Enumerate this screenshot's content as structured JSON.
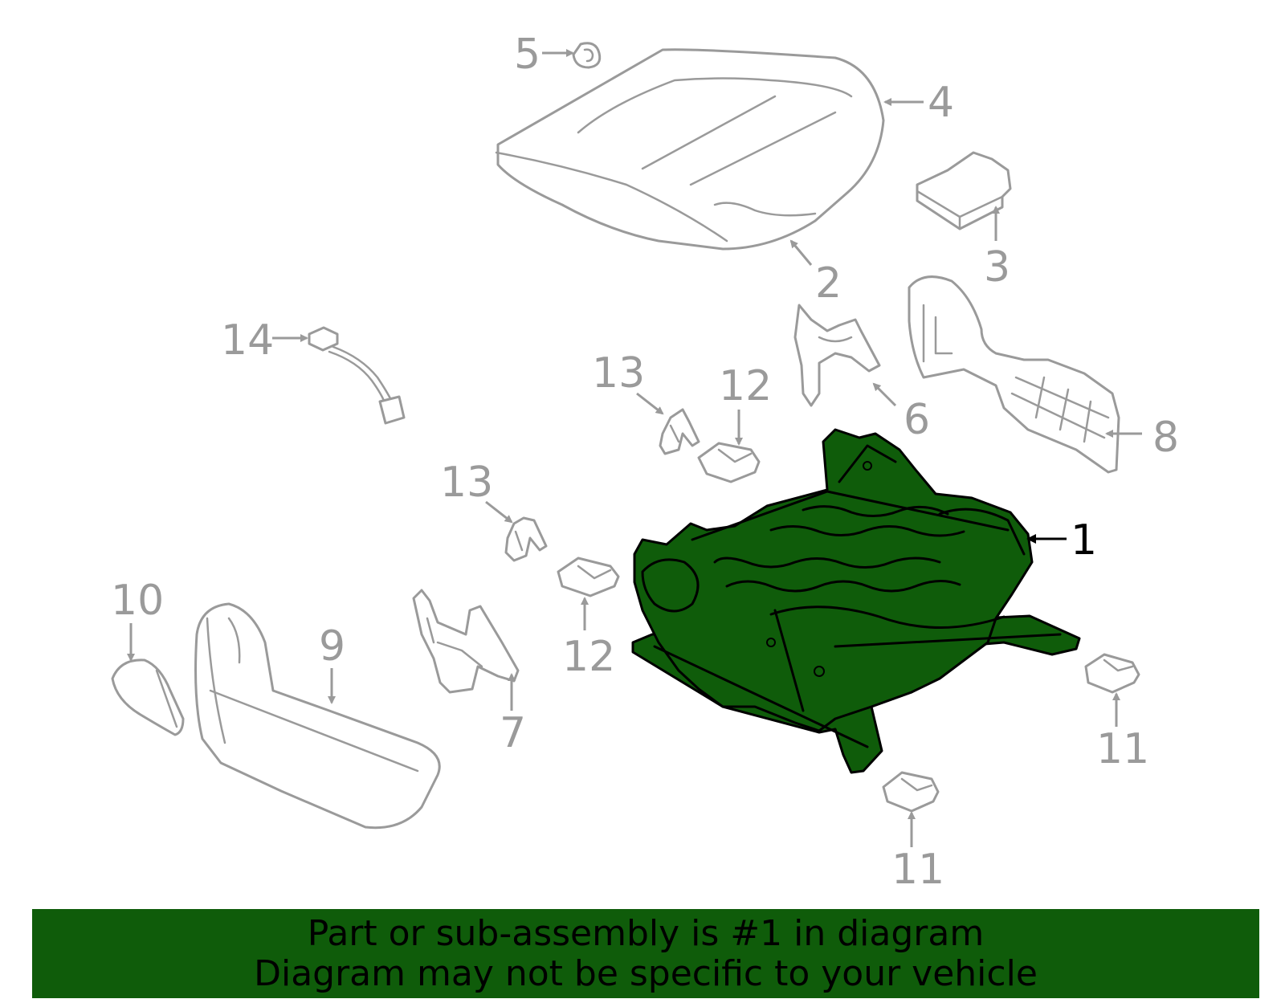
{
  "diagram": {
    "colors": {
      "highlight": "#0f5c0a",
      "part_outline": "#9a9a9a",
      "highlight_outline": "#000000"
    },
    "callouts": {
      "c1": "1",
      "c2": "2",
      "c3": "3",
      "c4": "4",
      "c5": "5",
      "c6": "6",
      "c7": "7",
      "c8": "8",
      "c9": "9",
      "c10": "10",
      "c11a": "11",
      "c11b": "11",
      "c12a": "12",
      "c12b": "12",
      "c13a": "13",
      "c13b": "13",
      "c14": "14"
    },
    "highlighted_part": "1"
  },
  "banner": {
    "line1": "Part or sub-assembly is #1 in diagram",
    "line2": "Diagram may not be specific to your vehicle"
  }
}
